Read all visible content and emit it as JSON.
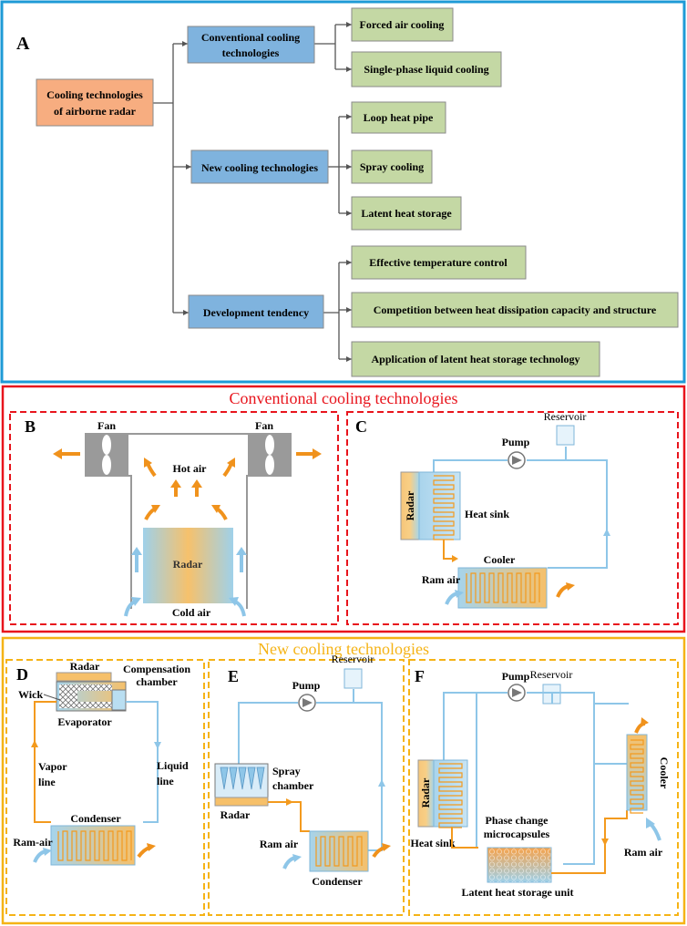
{
  "panel_a": {
    "letter": "A",
    "root": "Cooling technologies of airborne radar",
    "root_lines": [
      "Cooling technologies",
      "of airborne radar"
    ],
    "branches": [
      {
        "label": "Conventional cooling technologies",
        "lines": [
          "Conventional cooling",
          "technologies"
        ],
        "leaves": [
          "Forced air cooling",
          "Single-phase liquid cooling"
        ]
      },
      {
        "label": "New cooling technologies",
        "lines": [
          "New cooling technologies"
        ],
        "leaves": [
          "Loop heat pipe",
          "Spray cooling",
          "Latent heat storage"
        ]
      },
      {
        "label": "Development tendency",
        "lines": [
          "Development tendency"
        ],
        "leaves": [
          "Effective temperature control",
          "Competition between heat dissipation capacity and structure",
          "Application of latent heat storage technology"
        ]
      }
    ]
  },
  "conventional": {
    "title": "Conventional cooling technologies",
    "panel_b": {
      "letter": "B",
      "fan_left": "Fan",
      "fan_right": "Fan",
      "hot_air": "Hot air",
      "radar": "Radar",
      "cold_air": "Cold air"
    },
    "panel_c": {
      "letter": "C",
      "reservoir": "Reservoir",
      "pump": "Pump",
      "radar": "Radar",
      "heat_sink": "Heat sink",
      "cooler": "Cooler",
      "ram_air": "Ram air"
    }
  },
  "new": {
    "title": "New cooling technologies",
    "panel_d": {
      "letter": "D",
      "radar": "Radar",
      "compensation": [
        "Compensation",
        "chamber"
      ],
      "wick": "Wick",
      "evaporator": "Evaporator",
      "vapor_line": [
        "Vapor",
        "line"
      ],
      "liquid_line": [
        "Liquid",
        "line"
      ],
      "condenser": "Condenser",
      "ram_air": "Ram-air"
    },
    "panel_e": {
      "letter": "E",
      "reservoir": "Reservoir",
      "pump": "Pump",
      "spray": [
        "Spray",
        "chamber"
      ],
      "radar": "Radar",
      "ram_air": "Ram air",
      "condenser": "Condenser"
    },
    "panel_f": {
      "letter": "F",
      "reservoir": "Reservoir",
      "pump": "Pump",
      "radar": "Radar",
      "heat_sink": "Heat sink",
      "phase_change": [
        "Phase change",
        "microcapsules"
      ],
      "latent_unit": "Latent heat storage unit",
      "cooler": "Cooler",
      "ram_air": "Ram air"
    }
  },
  "colors": {
    "panel_a_border": "#1e9ad6",
    "red_border": "#e8141c",
    "yellow_border": "#f5b316",
    "root_fill": "#f7ad80",
    "branch_fill": "#7fb3de",
    "leaf_fill": "#c4d8a4",
    "pipe_blue": "#8ec6e8",
    "pipe_orange": "#f39a1e",
    "arrow_orange": "#f0921c"
  }
}
